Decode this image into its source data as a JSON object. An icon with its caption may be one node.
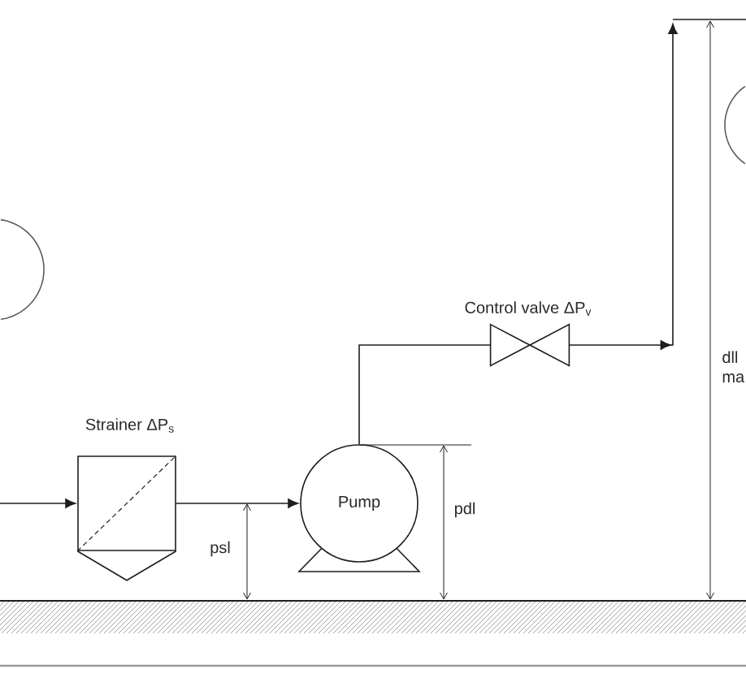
{
  "diagram": {
    "nodes": [
      {
        "text": [],
        "shape": "circle"
      },
      {
        "text": [
          "Strainer ΔP$_{s}$"
        ]
      },
      {
        "text": [
          "Pump"
        ]
      },
      {
        "text": [
          "Control valve ΔP$_{v}$"
        ]
      },
      {
        "text": [],
        "shape": "circle"
      }
    ],
    "edges": [
      {
        "from": null,
        "to": 1,
        "arrow": "to"
      },
      {
        "from": 1,
        "to": 2,
        "arrow": "to"
      },
      {
        "from": 2,
        "to": 3,
        "arrow": "none"
      },
      {
        "from": 3,
        "to": null,
        "arrow": "to"
      }
    ],
    "labels": [
      "dll ma",
      "pdl",
      "psl"
    ]
  }
}
